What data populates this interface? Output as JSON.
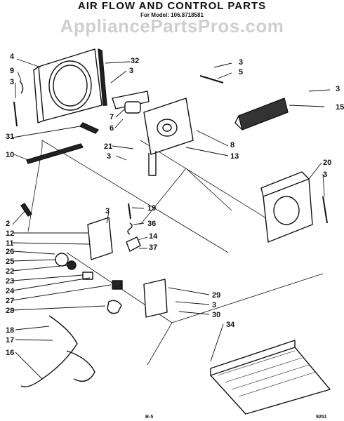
{
  "header": {
    "title": "AIR FLOW AND CONTROL PARTS",
    "model": "For Model: 106.8718581",
    "watermark": "AppliancePartsPros.com"
  },
  "callouts": [
    "4",
    "9",
    "3",
    "32",
    "3",
    "3",
    "5",
    "3",
    "15",
    "7",
    "6",
    "31",
    "10",
    "8",
    "21",
    "13",
    "3",
    "20",
    "3",
    "2",
    "3",
    "19",
    "36",
    "12",
    "11",
    "14",
    "37",
    "26",
    "25",
    "22",
    "23",
    "24",
    "27",
    "28",
    "29",
    "3",
    "30",
    "34",
    "18",
    "17",
    "16"
  ],
  "footer": {
    "page": "B-5",
    "code": "9251"
  }
}
